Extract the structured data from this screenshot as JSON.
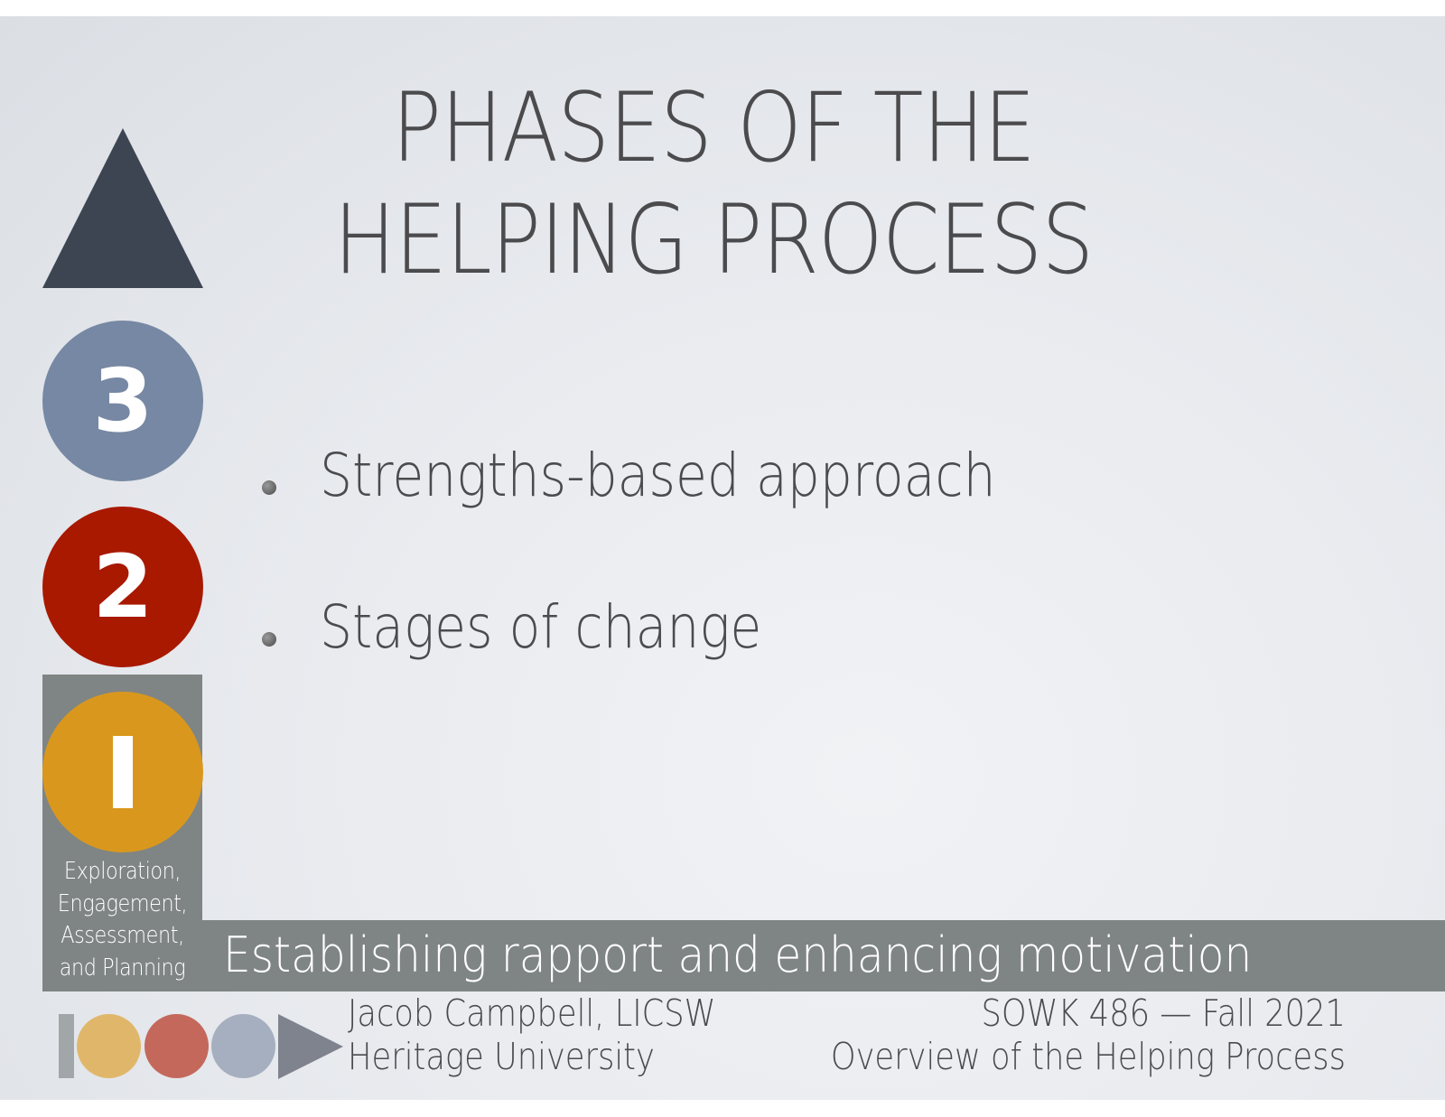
{
  "slide": {
    "title_lines": [
      "PHASES OF THE",
      "HELPING PROCESS"
    ],
    "phases": [
      {
        "number": "3",
        "color": "#7688a3",
        "shape": "circle"
      },
      {
        "number": "2",
        "color": "#a81900",
        "shape": "circle"
      },
      {
        "number": "1",
        "color": "#d9981d",
        "shape": "circle",
        "active": true
      }
    ],
    "top_marker": {
      "shape": "triangle",
      "color": "#3d4552"
    },
    "active_phase_caption": [
      "Exploration,",
      "Engagement,",
      "Assessment,",
      "and Planning"
    ],
    "band_text": "Establishing rapport and enhancing motivation",
    "bullets": [
      "Strengths-based approach",
      "Stages of change"
    ],
    "footer": {
      "left_lines": [
        "Jacob Campbell, LICSW",
        "Heritage University"
      ],
      "right_lines": [
        "SOWK 486 — Fall 2021",
        "Overview of the Helping Process"
      ],
      "logo_colors": {
        "bar": "#a1a6a8",
        "dot1": "#e0b76a",
        "dot2": "#c4685c",
        "dot3": "#a5afbf",
        "triangle": "#7e838d"
      }
    },
    "colors": {
      "panel": "#7f8584",
      "text": "#4b4b4d",
      "background": "#e9ebef"
    }
  }
}
